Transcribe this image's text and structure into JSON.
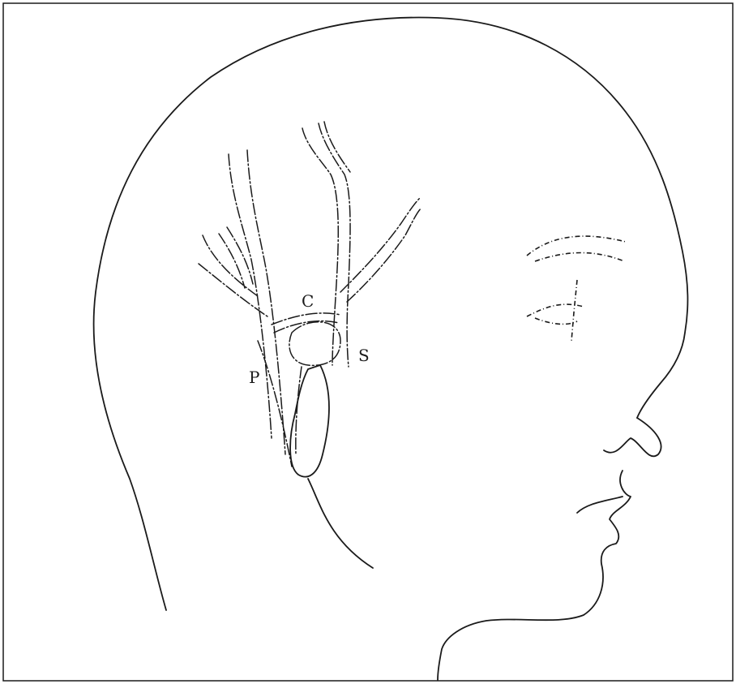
{
  "labels": {
    "c": "C",
    "s": "S",
    "p": "P"
  },
  "colors": {
    "ink": "#1a1a1a",
    "background": "#ffffff"
  }
}
